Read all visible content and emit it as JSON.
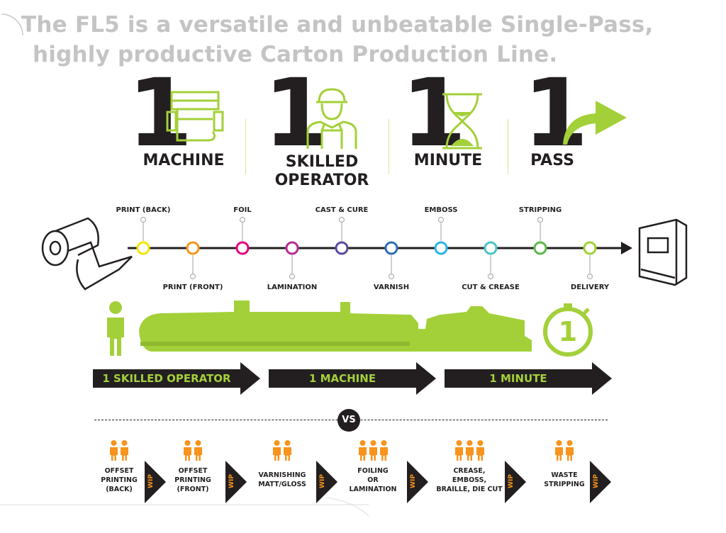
{
  "headline": {
    "line1": "The FL5 is a versatile and unbeatable Single-Pass,",
    "line2": "highly productive Carton Production Line."
  },
  "stats": [
    {
      "number": "1",
      "label": "MACHINE",
      "icon": "printer-machine-icon"
    },
    {
      "number": "1",
      "label": "SKILLED\nOPERATOR",
      "icon": "operator-icon"
    },
    {
      "number": "1",
      "label": "MINUTE",
      "icon": "hourglass-icon"
    },
    {
      "number": "1",
      "label": "PASS",
      "icon": "curved-arrow-icon"
    }
  ],
  "timeline": {
    "top_labels": [
      "PRINT (BACK)",
      "FOIL",
      "CAST & CURE",
      "EMBOSS",
      "STRIPPING"
    ],
    "bottom_labels": [
      "PRINT (FRONT)",
      "LAMINATION",
      "VARNISH",
      "CUT & CREASE",
      "DELIVERY"
    ],
    "node_colors": [
      "#f5e400",
      "#f7941d",
      "#e6007e",
      "#b52b8e",
      "#5b4a9f",
      "#2e6db4",
      "#29b5e8",
      "#49c4c1",
      "#5ab947",
      "#9fd037"
    ]
  },
  "stopwatch_number": "1",
  "arrows": [
    "1 SKILLED OPERATOR",
    "1 MACHINE",
    "1 MINUTE"
  ],
  "vs": "VS",
  "wip_label": "WIP",
  "steps": [
    {
      "text": "OFFSET\nPRINTING\n(BACK)",
      "people": 2
    },
    {
      "text": "OFFSET\nPRINTING\n(FRONT)",
      "people": 2
    },
    {
      "text": "VARNISHING\nMATT/GLOSS",
      "people": 2
    },
    {
      "text": "FOILING\nOR\nLAMINATION",
      "people": 3
    },
    {
      "text": "CREASE,\nEMBOSS,\nBRAILLE, DIE CUT",
      "people": 3
    },
    {
      "text": "WASTE\nSTRIPPING",
      "people": 2
    }
  ],
  "colors": {
    "accent_green": "#a3d039",
    "dark": "#231f20",
    "orange": "#f7941d",
    "headline_grey": "#c4c4c4"
  }
}
